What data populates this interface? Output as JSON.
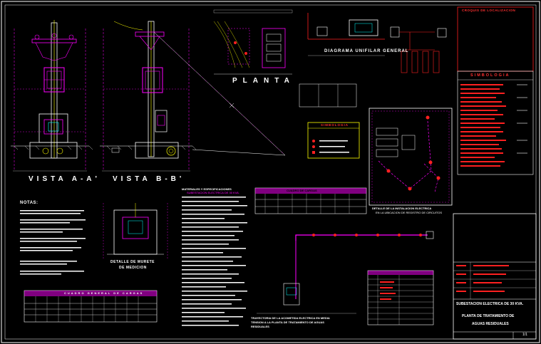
{
  "views": {
    "vista_a": "VISTA A-A'",
    "vista_b": "VISTA B-B'",
    "planta": "PLANTA"
  },
  "diagrama_unifilar": "DIAGRAMA UNIFILAR GENERAL",
  "simbologia_right": "SIMBOLOGIA",
  "simbologia_center": "SIMBOLOGIA",
  "cuadro_localizacion": "CROQUIS DE LOCALIZACION",
  "notas_title": "NOTAS:",
  "detalle_murete": [
    "DETALLE DE MURETE",
    "DE MEDICION"
  ],
  "materiales_title": [
    "MATERIALES Y ESPECIFICACIONES",
    "SUBESTACION ELECTRICA DE 30 KVA."
  ],
  "cuadro_cargas_center": "CUADRO DE CARGAS",
  "cuadro_cargas_bottom": "CUADRO GENERAL DE CARGAS",
  "detalle_instalacion": [
    "DETALLE DE LA INSTALACION ELECTRICA",
    "EN LA UBICACION DE REGISTRO DE CIRCUITOS"
  ],
  "trayectoria": [
    "TRAYECTORIA DE LA ACOMETIDA ELECTRICA EN MEDIA",
    "TENSION A LA PLANTA DE TRATAMIENTO DE AGUAS",
    "RESIDUALES"
  ],
  "title_block": {
    "line1": "SUBESTACION ELECTRICA DE 30 KVA.",
    "line2": "PLANTA DE TRATAMIENTO DE",
    "line3": "AGUAS RESIDUALES",
    "sheet": "1/1"
  },
  "colors": {
    "background": "#000000",
    "magenta": "#ff00ff",
    "white": "#ffffff",
    "red": "#ff2020",
    "yellow": "#ffff00",
    "cyan": "#00ffff",
    "blue": "#4060ff",
    "green": "#00ff00"
  }
}
